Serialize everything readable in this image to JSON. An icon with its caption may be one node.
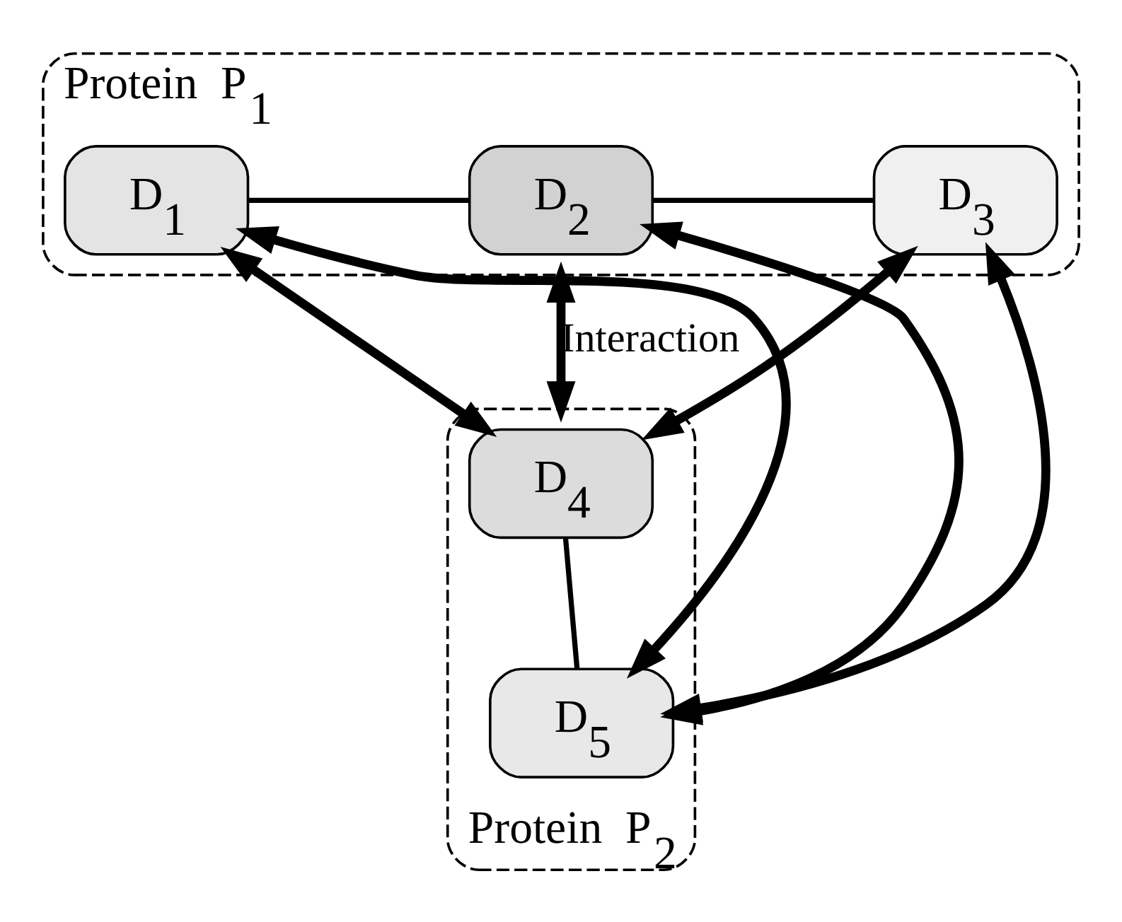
{
  "diagram": {
    "nodes": [
      {
        "text": [
          "Protein  P$_{1}$"
        ]
      },
      {
        "text": [
          "D$_{1}$"
        ],
        "in": 0
      },
      {
        "text": [
          "D$_{2}$"
        ],
        "in": 0
      },
      {
        "text": [
          "D$_{3}$"
        ],
        "in": 0
      },
      {
        "text": [
          "Protein  P$_{2}$"
        ]
      },
      {
        "text": [
          "D$_{4}$"
        ],
        "in": 4
      },
      {
        "text": [
          "D$_{5}$"
        ],
        "in": 4
      }
    ],
    "edges": [
      {
        "from": 1,
        "to": 2,
        "arrow": "none"
      },
      {
        "from": 2,
        "to": 3,
        "arrow": "none"
      },
      {
        "from": 5,
        "to": 6,
        "arrow": "none"
      },
      {
        "from": 0,
        "to": 4,
        "arrow": "both",
        "label": "Interaction"
      },
      {
        "from": 1,
        "to": 6,
        "arrow": "both"
      },
      {
        "from": 1,
        "to": 5,
        "arrow": "both"
      },
      {
        "from": 2,
        "to": 6,
        "arrow": "both"
      },
      {
        "from": 3,
        "to": 5,
        "arrow": "both"
      },
      {
        "from": 3,
        "to": 6,
        "arrow": "both"
      }
    ]
  }
}
